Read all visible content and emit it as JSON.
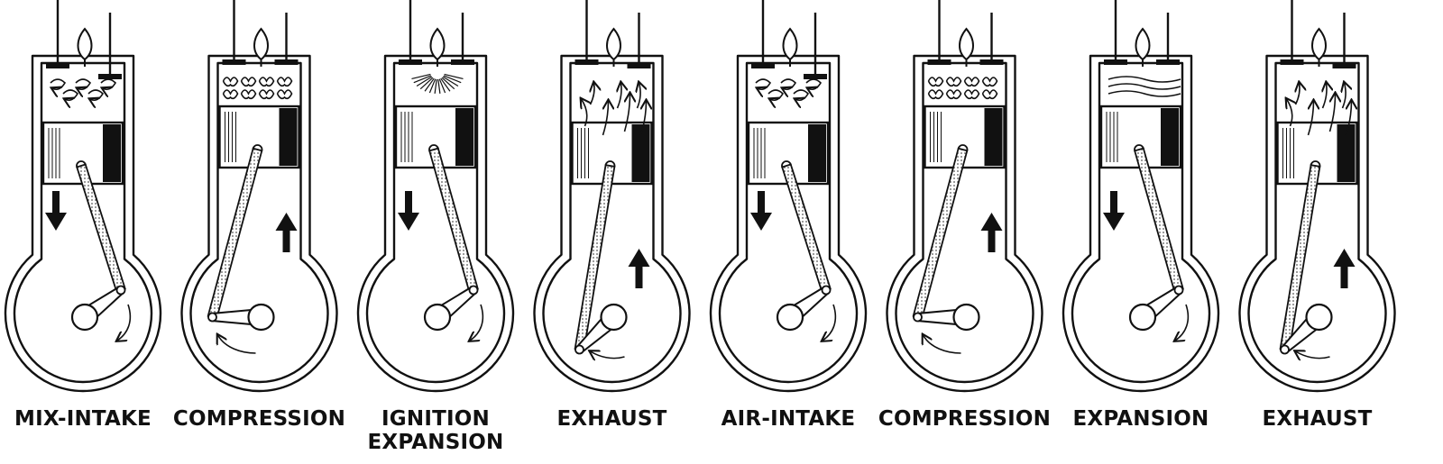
{
  "stages": [
    {
      "lines": [
        "MIX-INTAKE"
      ],
      "piston": "bottom",
      "arrow": "down",
      "valves": "intake",
      "gas": "swirl",
      "crank": "right"
    },
    {
      "lines": [
        "COMPRESSION"
      ],
      "piston": "top",
      "arrow": "up",
      "valves": "closed",
      "gas": "cloud",
      "crank": "left"
    },
    {
      "lines": [
        "IGNITION",
        "EXPANSION"
      ],
      "piston": "top",
      "arrow": "down",
      "valves": "closed",
      "gas": "spark",
      "crank": "right"
    },
    {
      "lines": [
        "EXHAUST"
      ],
      "piston": "bottom",
      "arrow": "up",
      "valves": "exhaust",
      "gas": "arrows",
      "crank": "bottom"
    },
    {
      "lines": [
        "AIR-INTAKE"
      ],
      "piston": "bottom",
      "arrow": "down",
      "valves": "intake",
      "gas": "swirl",
      "crank": "right"
    },
    {
      "lines": [
        "COMPRESSION"
      ],
      "piston": "top",
      "arrow": "up",
      "valves": "closed",
      "gas": "cloud",
      "crank": "left"
    },
    {
      "lines": [
        "EXPANSION"
      ],
      "piston": "top",
      "arrow": "down",
      "valves": "closed",
      "gas": "flat",
      "crank": "right"
    },
    {
      "lines": [
        "EXHAUST"
      ],
      "piston": "bottom",
      "arrow": "up",
      "valves": "exhaust",
      "gas": "arrows",
      "crank": "bottom"
    }
  ],
  "colors": {
    "ink": "#111111",
    "background": "#ffffff"
  }
}
